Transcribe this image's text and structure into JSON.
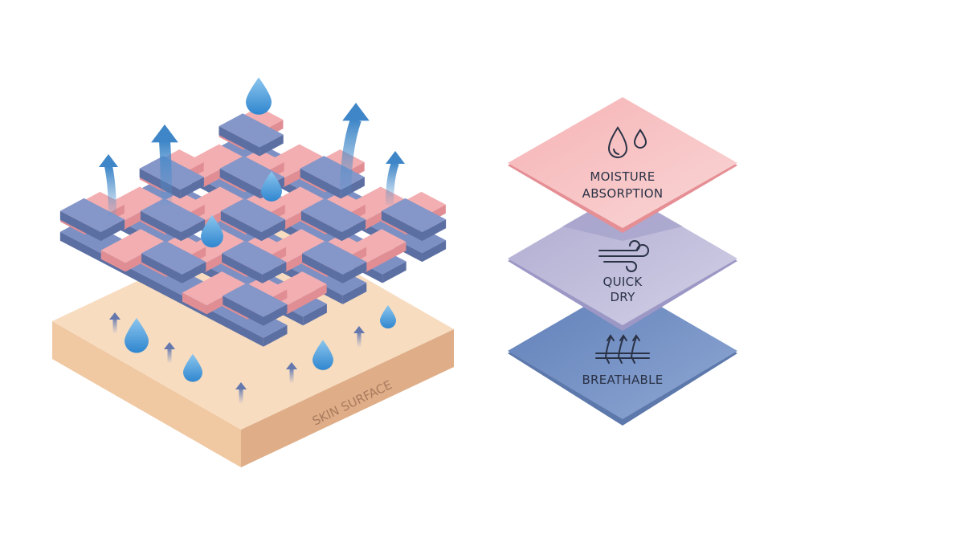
{
  "skin": {
    "label": "SKIN SURFACE"
  },
  "features": [
    {
      "label_lines": [
        "MOISTURE",
        "ABSORPTION"
      ],
      "icon": "water-drops-icon",
      "color": "#f2a9ad"
    },
    {
      "label_lines": [
        "QUICK",
        "DRY"
      ],
      "icon": "wind-icon",
      "color": "#b9b6d6"
    },
    {
      "label_lines": [
        "BREATHABLE"
      ],
      "icon": "airflow-arrows-icon",
      "color": "#6f8bbd"
    }
  ],
  "colors": {
    "pink_fiber": "#f2aeb1",
    "blue_fiber": "#7d90c4",
    "skin": "#f5d4b4",
    "drop": "#4a9ad6",
    "arrow": "#4f92cc"
  }
}
